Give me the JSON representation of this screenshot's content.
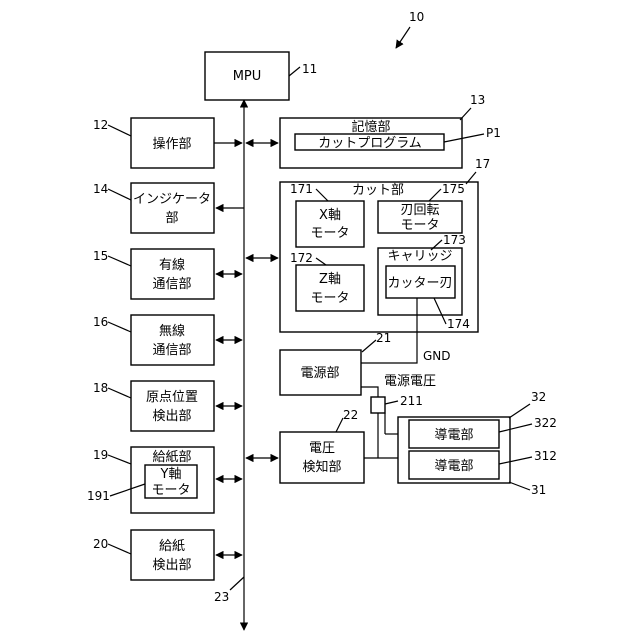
{
  "labels": {
    "mpu": "MPU",
    "storage": "記憶部",
    "cut_program": "カットプログラム",
    "operation": "操作部",
    "indicator_1": "インジケータ",
    "indicator_2": "部",
    "wired_1": "有線",
    "wired_2": "通信部",
    "wireless_1": "無線",
    "wireless_2": "通信部",
    "origin_1": "原点位置",
    "origin_2": "検出部",
    "feed": "給紙部",
    "y_motor_1": "Y軸",
    "y_motor_2": "モータ",
    "feed_detect_1": "給紙",
    "feed_detect_2": "検出部",
    "cut_unit": "カット部",
    "x_motor_1": "X軸",
    "x_motor_2": "モータ",
    "blade_rot_1": "刃回転",
    "blade_rot_2": "モータ",
    "z_motor_1": "Z軸",
    "z_motor_2": "モータ",
    "carriage": "キャリッジ",
    "cutter": "カッター刃",
    "gnd": "GND",
    "power": "電源部",
    "power_voltage": "電源電圧",
    "voltage_1": "電圧",
    "voltage_2": "検知部",
    "conductive_top": "導電部",
    "conductive_bottom": "導電部"
  },
  "refs": {
    "r10": "10",
    "r11": "11",
    "r12": "12",
    "r13": "13",
    "rP1": "P1",
    "r14": "14",
    "r15": "15",
    "r16": "16",
    "r17": "17",
    "r171": "171",
    "r172": "172",
    "r173": "173",
    "r174": "174",
    "r175": "175",
    "r18": "18",
    "r19": "19",
    "r191": "191",
    "r20": "20",
    "r21": "21",
    "r211": "211",
    "r22": "22",
    "r23": "23",
    "r31": "31",
    "r32": "32",
    "r312": "312",
    "r322": "322"
  }
}
